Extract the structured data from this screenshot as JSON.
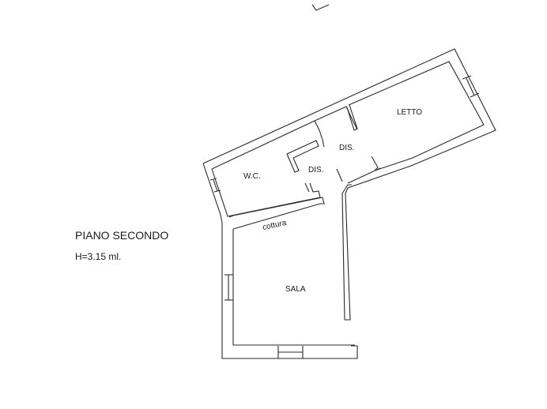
{
  "plan": {
    "title": "PIANO SECONDO",
    "height_note": "H=3.15 ml."
  },
  "rooms": [
    {
      "name": "LETTO"
    },
    {
      "name": "DIS."
    },
    {
      "name": "DIS."
    },
    {
      "name": "W.C."
    },
    {
      "name": "cottura"
    },
    {
      "name": "SALA"
    }
  ]
}
